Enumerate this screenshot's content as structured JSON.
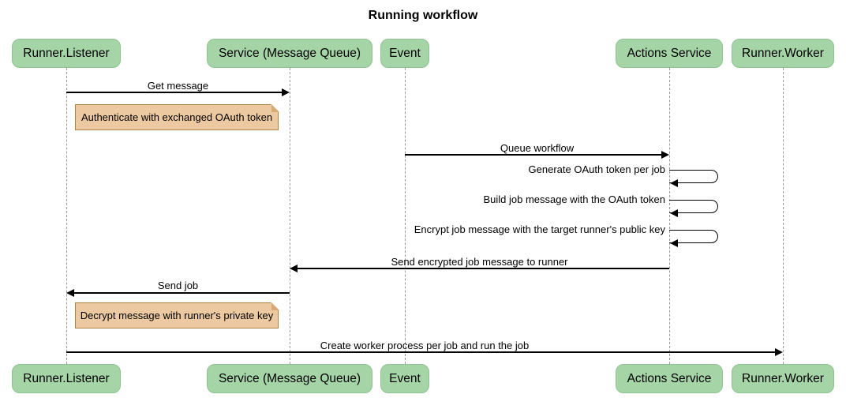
{
  "title": "Running workflow",
  "participants": [
    {
      "id": "runner-listener",
      "label": "Runner.Listener"
    },
    {
      "id": "service-message-queue",
      "label": "Service (Message Queue)"
    },
    {
      "id": "event",
      "label": "Event"
    },
    {
      "id": "actions-service",
      "label": "Actions Service"
    },
    {
      "id": "runner-worker",
      "label": "Runner.Worker"
    }
  ],
  "messages": [
    {
      "from": "Runner.Listener",
      "to": "Service (Message Queue)",
      "direction": "right",
      "label": "Get message"
    },
    {
      "from": "Event",
      "to": "Actions Service",
      "direction": "right",
      "label": "Queue workflow"
    },
    {
      "from": "Actions Service",
      "to": "Actions Service",
      "direction": "self",
      "label": "Generate OAuth token per job"
    },
    {
      "from": "Actions Service",
      "to": "Actions Service",
      "direction": "self",
      "label": "Build job message with the OAuth token"
    },
    {
      "from": "Actions Service",
      "to": "Actions Service",
      "direction": "self",
      "label": "Encrypt job message with the target runner's public key"
    },
    {
      "from": "Actions Service",
      "to": "Service (Message Queue)",
      "direction": "left",
      "label": "Send encrypted job message to runner"
    },
    {
      "from": "Service (Message Queue)",
      "to": "Runner.Listener",
      "direction": "left",
      "label": "Send job"
    },
    {
      "from": "Runner.Listener",
      "to": "Runner.Worker",
      "direction": "right",
      "label": "Create worker process per job and run the job"
    }
  ],
  "notes": [
    {
      "position": "right of Runner.Listener",
      "text": "Authenticate with exchanged OAuth token"
    },
    {
      "position": "right of Runner.Listener",
      "text": "Decrypt message with runner's private key"
    }
  ],
  "icons": {
    "arrowhead_right": "solid black triangle pointing right (css shape)",
    "arrowhead_left": "solid black triangle pointing left (css shape)",
    "note_fold": "folded page corner at top-right of note (css shape)"
  },
  "colors": {
    "background": "#ffffff",
    "actor_fill": "#a5d4a7",
    "actor_border": "#8ec290",
    "note_fill": "#ecc9a1",
    "note_border": "#ab8347",
    "note_fold": "#d8ab76",
    "lifeline": "#9a9a9a",
    "line": "#000000",
    "text": "#000000"
  }
}
